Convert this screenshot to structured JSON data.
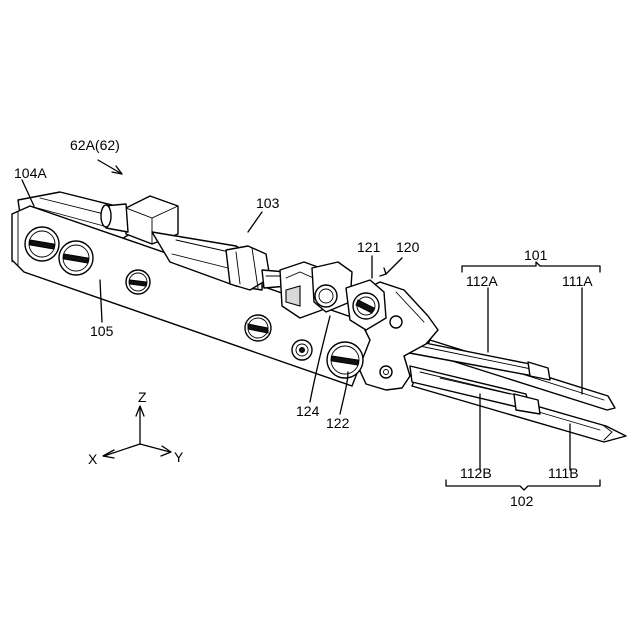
{
  "labels": {
    "device": "62A(62)",
    "end_104a": "104A",
    "frame_105": "105",
    "unit_103": "103",
    "part_121": "121",
    "part_120": "120",
    "part_124": "124",
    "part_122": "122",
    "group_101": "101",
    "part_112a": "112A",
    "part_111a": "111A",
    "part_112b": "112B",
    "part_111b": "111B",
    "group_102": "102"
  },
  "axes": {
    "z": "Z",
    "x": "X",
    "y": "Y"
  }
}
